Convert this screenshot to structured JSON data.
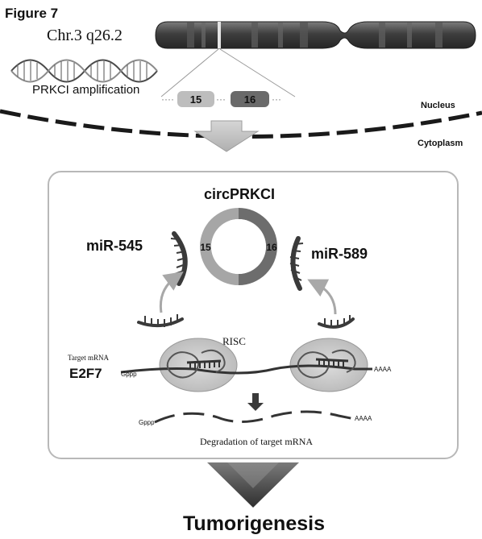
{
  "figure_label": "Figure 7",
  "chromosome_label": "Chr.3 q26.2",
  "amplification_label": "PRKCI amplification",
  "exons": {
    "left": "15",
    "right": "16"
  },
  "compartments": {
    "nucleus": "Nucleus",
    "cytoplasm": "Cytoplasm"
  },
  "circ_title": "circPRKCI",
  "circle_exons": {
    "left": "15",
    "right": "16"
  },
  "mirnas": {
    "left": "miR-545",
    "right": "miR-589"
  },
  "risc_label": "RISC",
  "target": {
    "caption": "Target mRNA",
    "gene": "E2F7"
  },
  "cap_label": "Gppp",
  "polya_label": "AAAA",
  "degradation_label": "Degradation of target mRNA",
  "outcome_label": "Tumorigenesis",
  "colors": {
    "dark": "#3a3a3a",
    "mid": "#7a7a7a",
    "light": "#b5b5b5",
    "pale": "#d9d9d9",
    "panel_border": "#b8b8b8"
  }
}
